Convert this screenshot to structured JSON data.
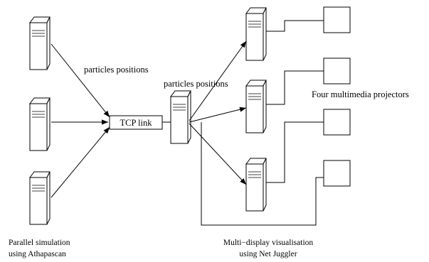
{
  "labels": {
    "particles_left": "particles positions",
    "particles_right": "particles positions",
    "tcp_link": "TCP link",
    "projectors": "Four multimedia projectors",
    "parallel_line1": "Parallel simulation",
    "parallel_line2": "using Athapascan",
    "multi_line1": "Multi−display visualisation",
    "multi_line2": "using Net Juggler"
  }
}
